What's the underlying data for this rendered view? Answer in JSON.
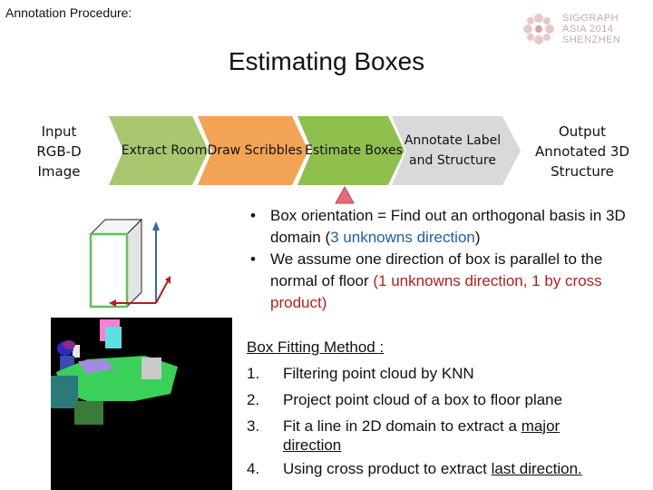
{
  "header": {
    "corner_label": "Annotation Procedure:",
    "title": "Estimating Boxes"
  },
  "logo": {
    "line1": "SIGGRAPH",
    "line2": "ASIA 2014",
    "line3": "SHENZHEN"
  },
  "pipeline": {
    "input": "Input RGB-D Image",
    "steps": [
      "Extract Room",
      "Draw Scribbles",
      "Estimate Boxes",
      "Annotate Label and Structure"
    ],
    "output": "Output Annotated 3D Structure",
    "colors": {
      "extract": "#a9c76f",
      "draw": "#f3a355",
      "estimate": "#8fbf4d",
      "annotate": "#d9d9d9",
      "marker": "#e86a7a"
    }
  },
  "bullets": {
    "b1_text": "Box orientation = Find out an orthogonal basis in 3D domain (",
    "b1_highlight": "3 unknowns direction",
    "b1_end": ")",
    "b2_text": "We assume one direction of box is parallel to the normal of floor ",
    "b2_highlight": "(1 unknowns direction, 1 by cross product)"
  },
  "method": {
    "heading": "Box Fitting Method :",
    "s1_num": "1.",
    "s1": "Filtering point cloud by KNN",
    "s2_num": "2.",
    "s2": "Project point cloud of a box to floor plane",
    "s3_num": "3.",
    "s3_a": "Fit a line in 2D domain to extract a ",
    "s3_u": "major",
    "s3_b": "direction",
    "s4_num": "4.",
    "s4_a": "Using cross product to extract ",
    "s4_u": "last direction."
  }
}
